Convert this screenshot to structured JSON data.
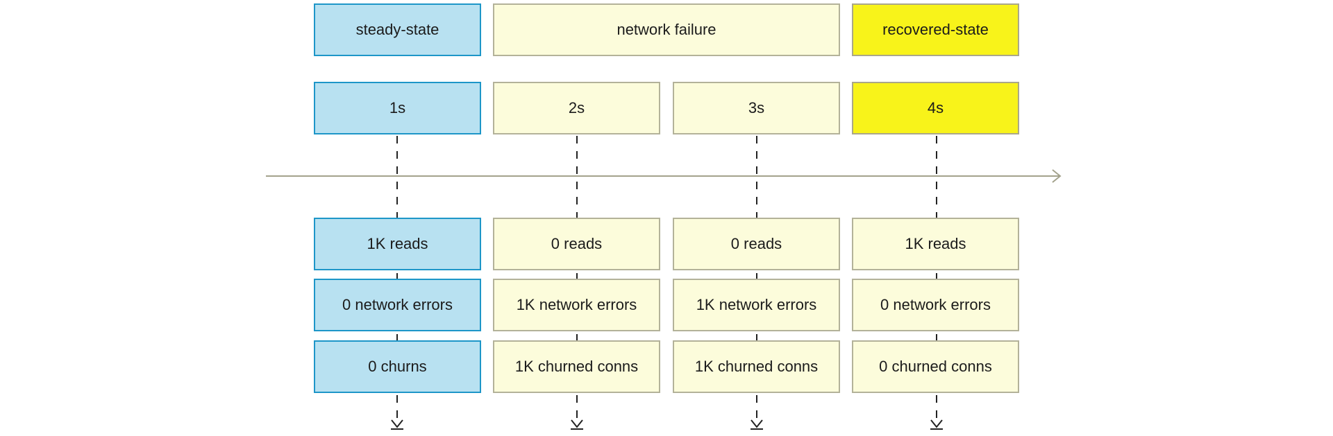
{
  "phases": [
    {
      "label": "steady-state"
    },
    {
      "label": "network failure"
    },
    {
      "label": "recovered-state"
    }
  ],
  "columns": [
    {
      "time": "1s",
      "reads": "1K reads",
      "errors": "0 network errors",
      "churn": "0 churns"
    },
    {
      "time": "2s",
      "reads": "0 reads",
      "errors": "1K network errors",
      "churn": "1K churned conns"
    },
    {
      "time": "3s",
      "reads": "0 reads",
      "errors": "1K network errors",
      "churn": "1K churned conns"
    },
    {
      "time": "4s",
      "reads": "1K reads",
      "errors": "0 network errors",
      "churn": "0 churned conns"
    }
  ],
  "colors": {
    "steady_fill": "#b8e1f1",
    "steady_border": "#1d96c8",
    "failure_fill": "#fcfcdb",
    "failure_border": "#b3b299",
    "recovered_fill": "#f8f31a",
    "timeline": "#a3a28c",
    "dash": "#222222"
  }
}
